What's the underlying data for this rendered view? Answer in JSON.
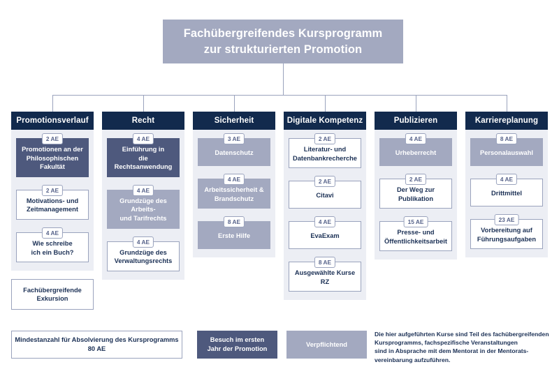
{
  "title": {
    "line1": "Fachübergreifendes Kursprogramm",
    "line2": "zur strukturierten Promotion"
  },
  "colors": {
    "header_navy": "#122a4d",
    "title_lavender": "#a3a9c0",
    "dark_box": "#4e597d",
    "light_box": "#a3a9c0",
    "panel_bg": "#eceef4",
    "border": "#9aa3bd",
    "text_navy": "#1b3055"
  },
  "columns": [
    {
      "header": "Promotionsverlauf",
      "courses": [
        {
          "ae": "2 AE",
          "label": "Promotionen an der\nPhilosophischen Fakultät",
          "style": "dark"
        },
        {
          "ae": "2 AE",
          "label": "Motivations- und\nZeitmanagement",
          "style": "white"
        },
        {
          "ae": "4 AE",
          "label": "Wie schreibe\nich ein Buch?",
          "style": "white"
        }
      ],
      "standalone": {
        "label": "Fachübergreifende\nExkursion"
      }
    },
    {
      "header": "Recht",
      "courses": [
        {
          "ae": "4 AE",
          "label": "Einführung in\ndie Rechtsanwendung",
          "style": "dark"
        },
        {
          "ae": "4 AE",
          "label": "Grundzüge des Arbeits-\nund Tarifrechts",
          "style": "light"
        },
        {
          "ae": "4 AE",
          "label": "Grundzüge des\nVerwaltungsrechts",
          "style": "white"
        }
      ],
      "standalone": null
    },
    {
      "header": "Sicherheit",
      "courses": [
        {
          "ae": "3 AE",
          "label": "Datenschutz",
          "style": "light"
        },
        {
          "ae": "4 AE",
          "label": "Arbeitssicherheit &\nBrandschutz",
          "style": "light"
        },
        {
          "ae": "8 AE",
          "label": "Erste Hilfe",
          "style": "light"
        }
      ],
      "standalone": null
    },
    {
      "header": "Digitale Kompetenz",
      "courses": [
        {
          "ae": "2 AE",
          "label": "Literatur- und\nDatenbankrecherche",
          "style": "white"
        },
        {
          "ae": "2 AE",
          "label": "Citavi",
          "style": "white"
        },
        {
          "ae": "4 AE",
          "label": "EvaExam",
          "style": "white"
        },
        {
          "ae": "8 AE",
          "label": "Ausgewählte Kurse RZ",
          "style": "white"
        }
      ],
      "standalone": null
    },
    {
      "header": "Publizieren",
      "courses": [
        {
          "ae": "4 AE",
          "label": "Urheberrecht",
          "style": "light"
        },
        {
          "ae": "2 AE",
          "label": "Der Weg zur Publikation",
          "style": "white"
        },
        {
          "ae": "15 AE",
          "label": "Presse- und\nÖffentlichkeitsarbeit",
          "style": "white"
        }
      ],
      "standalone": null
    },
    {
      "header": "Karriereplanung",
      "courses": [
        {
          "ae": "8 AE",
          "label": "Personalauswahl",
          "style": "light"
        },
        {
          "ae": "4 AE",
          "label": "Drittmittel",
          "style": "white"
        },
        {
          "ae": "23 AE",
          "label": "Vorbereitung auf\nFührungsaufgaben",
          "style": "white"
        }
      ],
      "standalone": null
    }
  ],
  "legend": {
    "minimum": "Mindestanzahl für Absolvierung des Kursprogramms\n80 AE",
    "first_year": "Besuch im ersten\nJahr der Promotion",
    "mandatory": "Verpflichtend",
    "note": "Die hier aufgeführten Kurse sind Teil des fachübergreifenden\nKursprogramms, fachspezifische Veranstaltungen\nsind in Absprache mit dem Mentorat in der Mentorats-\nvereinbarung aufzuführen."
  }
}
